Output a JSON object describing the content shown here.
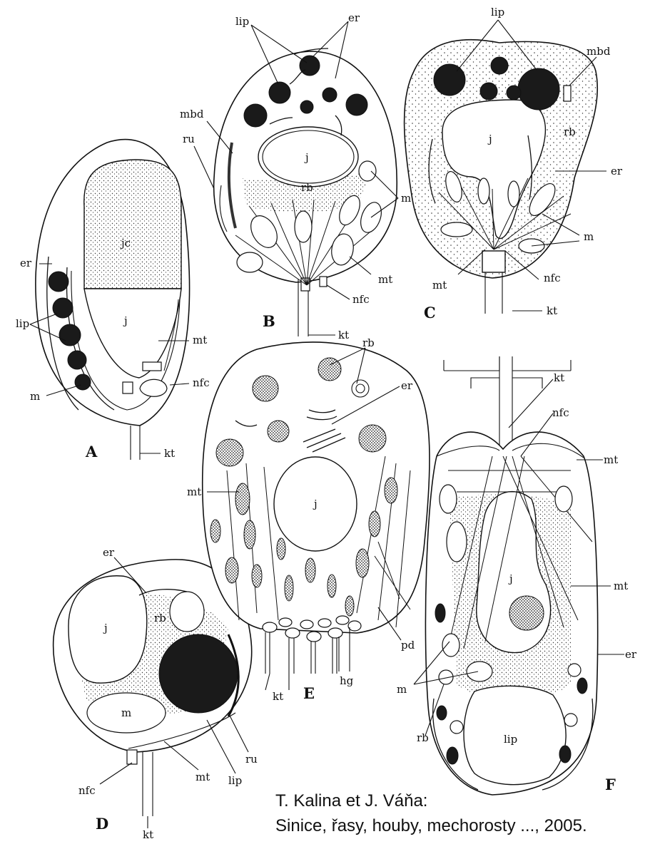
{
  "figure": {
    "panels": {
      "A": "A",
      "B": "B",
      "C": "C",
      "D": "D",
      "E": "E",
      "F": "F"
    },
    "labels": {
      "A_jc": "jc",
      "A_j": "j",
      "A_er": "er",
      "A_lip": "lip",
      "A_m": "m",
      "A_mt": "mt",
      "A_nfc": "nfc",
      "A_kt": "kt",
      "B_lip": "lip",
      "B_er": "er",
      "B_mbd": "mbd",
      "B_ru": "ru",
      "B_j": "j",
      "B_rb": "rb",
      "B_m": "m",
      "B_mt": "mt",
      "B_nfc": "nfc",
      "B_kt": "kt",
      "C_lip": "lip",
      "C_mbd": "mbd",
      "C_j": "j",
      "C_rb": "rb",
      "C_er": "er",
      "C_m": "m",
      "C_mt": "mt",
      "C_nfc": "nfc",
      "C_kt": "kt",
      "D_er": "er",
      "D_j": "j",
      "D_rb": "rb",
      "D_m": "m",
      "D_ru": "ru",
      "D_lip": "lip",
      "D_mt": "mt",
      "D_nfc": "nfc",
      "D_kt": "kt",
      "E_rb": "rb",
      "E_er": "er",
      "E_j": "j",
      "E_mt": "mt",
      "E_pd": "pd",
      "E_hg": "hg",
      "E_kt": "kt",
      "F_kt": "kt",
      "F_nfc": "nfc",
      "F_mt1": "mt",
      "F_mt2": "mt",
      "F_j": "j",
      "F_er": "er",
      "F_m": "m",
      "F_lip": "lip",
      "F_rb": "rb"
    }
  },
  "credit": {
    "line1": "T. Kalina et J. Váňa:",
    "line2": "Sinice, řasy, houby, mechorosty ..., 2005."
  }
}
